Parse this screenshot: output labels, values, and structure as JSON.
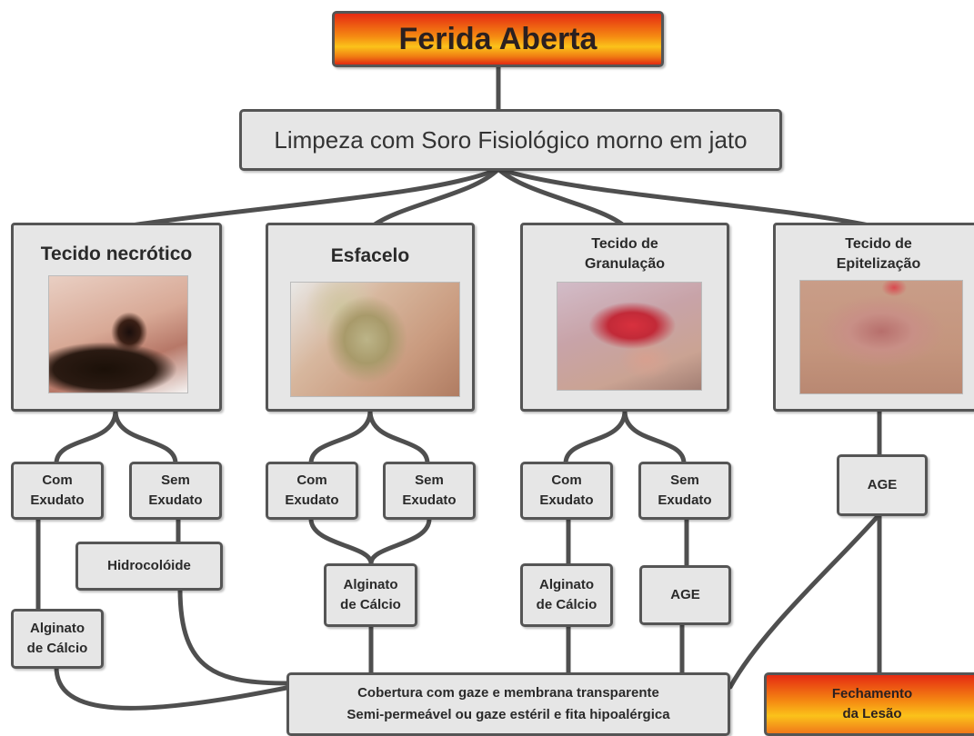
{
  "title": "Ferida Aberta",
  "cleaning": "Limpeza com Soro Fisiológico morno em jato",
  "tissues": [
    {
      "label": "Tecido necrótico",
      "image": "necrotic-wound-photo"
    },
    {
      "label": "Esfacelo",
      "image": "slough-wound-photo"
    },
    {
      "label": "Tecido de\nGranulação",
      "image": "granulation-wound-photo"
    },
    {
      "label": "Tecido de\nEpitelização",
      "image": "epithelialization-wound-photo"
    }
  ],
  "exudate": {
    "with": "Com\nExudato",
    "without": "Sem\nExudato"
  },
  "treatments": {
    "hydrocolloid": "Hidrocolóide",
    "calcium_alginate": "Alginato\nde Cálcio",
    "age": "AGE"
  },
  "covering": "Cobertura com gaze e membrana  transparente\nSemi-permeável ou gaze estéril e fita hipoalérgica",
  "closure": "Fechamento\nda Lesão",
  "colors": {
    "box_fill": "#e6e6e6",
    "box_border": "#555555",
    "connector": "#4f4f4f",
    "accent_top": "#e52a12",
    "accent_mid": "#fbc21a"
  }
}
